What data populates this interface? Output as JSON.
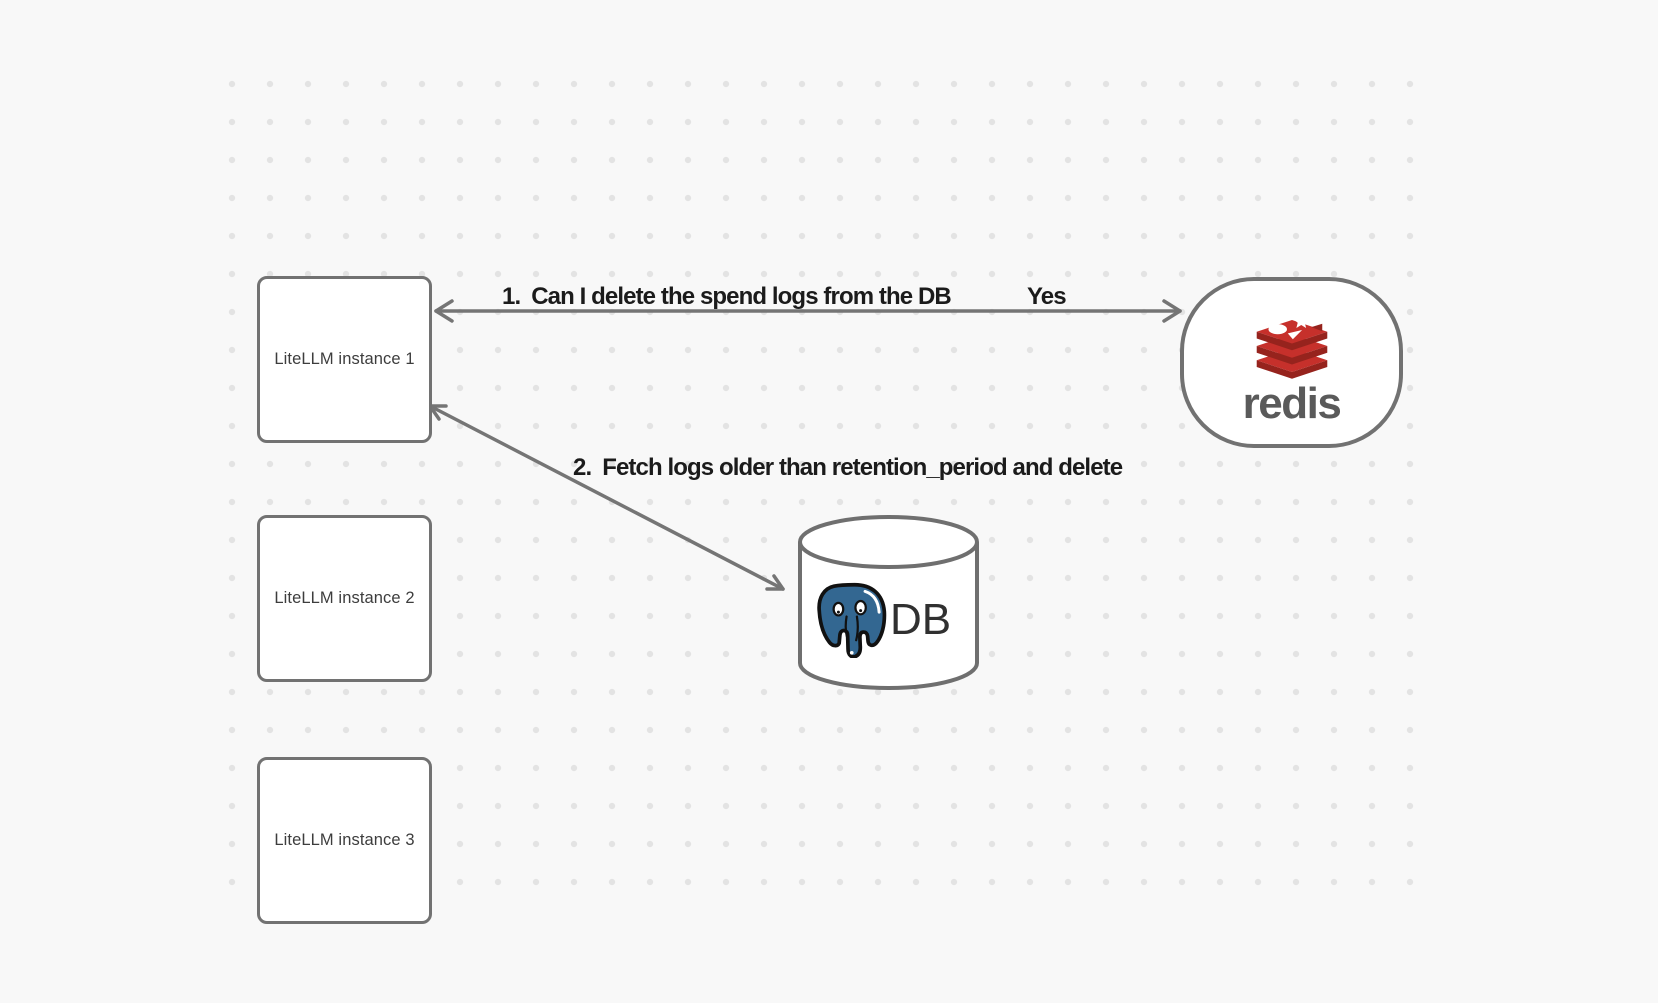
{
  "canvas": {
    "background_color": "#f8f8f8",
    "dot_color": "#e3e3e3",
    "stroke_color": "#757575"
  },
  "nodes": {
    "litellm_instances": [
      {
        "label": "LiteLLM instance 1"
      },
      {
        "label": "LiteLLM instance 2"
      },
      {
        "label": "LiteLLM instance 3"
      }
    ],
    "redis": {
      "label": "redis",
      "logo_icon": "redis-logo",
      "logo_red": "#c6302b",
      "logo_dark_red": "#96231d",
      "wordmark_color": "#5a5a5a"
    },
    "database": {
      "label": "DB",
      "logo_icon": "postgresql-elephant",
      "elephant_blue": "#336791"
    }
  },
  "arrows": [
    {
      "id": "redis-question",
      "label_number": "1.",
      "label_text": "Can I delete the spend logs from the DB",
      "response_label": "Yes",
      "heads": "both"
    },
    {
      "id": "db-fetch",
      "label_number": "2.",
      "label_text": "Fetch logs older than retention_period and delete",
      "heads": "both"
    }
  ]
}
